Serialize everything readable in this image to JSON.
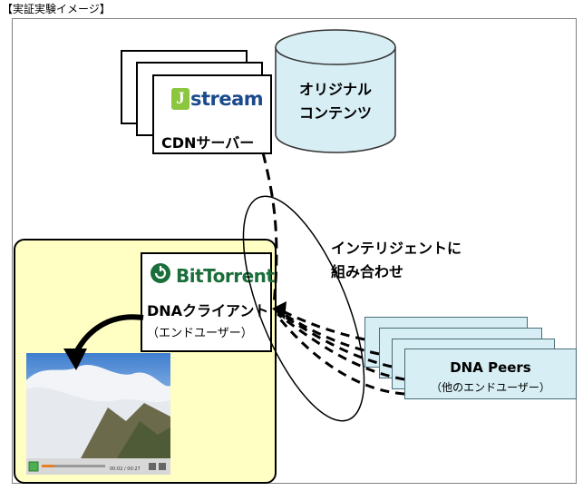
{
  "heading": "【実証実験イメージ】",
  "cdn": {
    "logo_text": "stream",
    "logo_mark": "J",
    "label": "CDNサーバー"
  },
  "origin": {
    "line1": "オリジナル",
    "line2": "コンテンツ"
  },
  "client": {
    "logo_text": "BitTorrent",
    "label": "DNAクライアント",
    "sublabel": "（エンドユーザー）"
  },
  "peers": {
    "title": "DNA Peers",
    "sublabel": "（他のエンドユーザー）"
  },
  "note": {
    "line1": "インテリジェントに",
    "line2": "組み合わせ"
  },
  "video": {
    "time": "00:02 / 00:27"
  },
  "colors": {
    "panel": "#ffffc4",
    "cylinder": "#d6eef4",
    "peer": "#d6eef4",
    "bittorrent_green": "#1a6e3a",
    "jstream_blue": "#1b4a8c"
  }
}
